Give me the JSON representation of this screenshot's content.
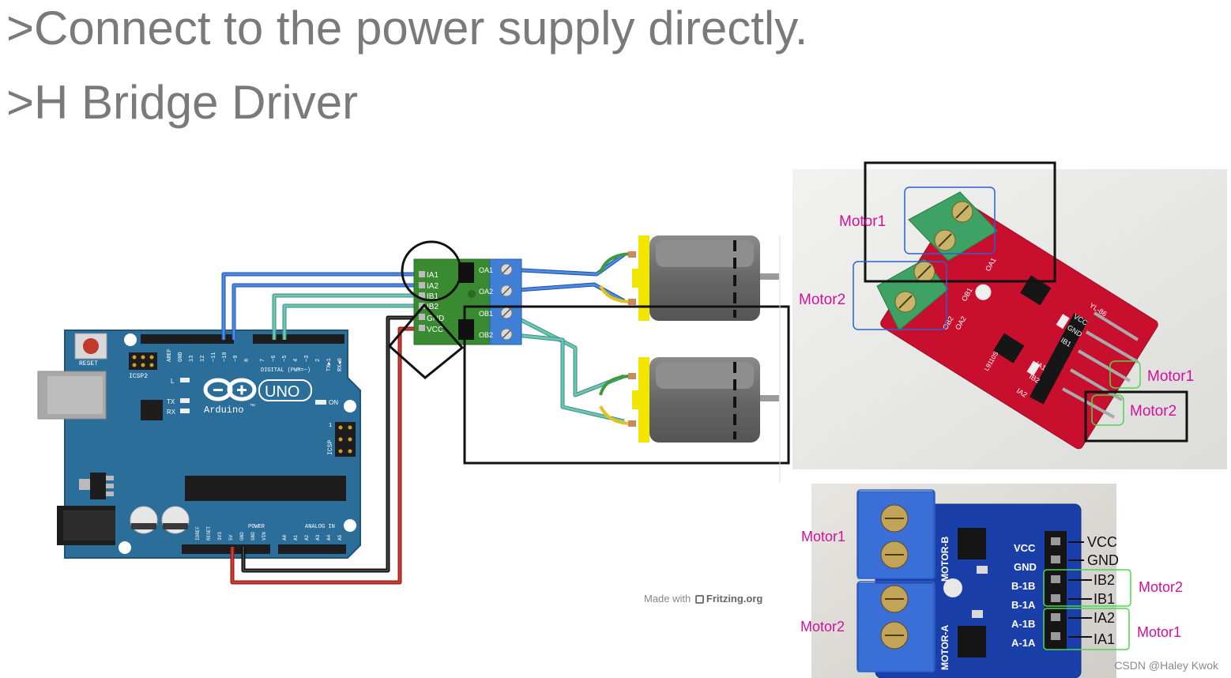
{
  "headings": {
    "line1": ">Connect to the power supply directly.",
    "line2": ">H Bridge Driver"
  },
  "arduino": {
    "reset": "RESET",
    "icsp2": "ICSP2",
    "aref": "AREF",
    "gnd": "GND",
    "pin13": "13",
    "pin12": "12",
    "pin11": "~11",
    "pin10": "~10",
    "pin9": "~9",
    "pin8": "8",
    "pin7": "7",
    "pin6": "~6",
    "pin5": "~5",
    "pin4": "4",
    "pin3": "~3",
    "pin2": "2",
    "tx1": "TX▶1",
    "rx0": "RX◀0",
    "digital": "DIGITAL (PWM=~)",
    "l": "L",
    "tx": "TX",
    "rx": "RX",
    "logo": "UNO",
    "brand": "Arduino",
    "tm": "™",
    "on": "ON",
    "icsp": "ICSP",
    "power": "POWER",
    "analog": "ANALOG IN",
    "ioref": "IOREF",
    "reset2": "RESET",
    "v33": "3V3",
    "v5": "5V",
    "gnd1": "GND",
    "gnd2": "GND",
    "vin": "VIN",
    "a0": "A0",
    "a1": "A1",
    "a2": "A2",
    "a3": "A3",
    "a4": "A4",
    "a5": "A5",
    "one": "1"
  },
  "driver_module": {
    "ia1": "IA1",
    "ia2": "IA2",
    "ib1": "IB1",
    "ib2": "IB2",
    "gnd": "GND",
    "vcc": "VCC",
    "oa1": "OA1",
    "oa2": "OA2",
    "ob1": "OB1",
    "ob2": "OB2"
  },
  "fritzing": {
    "made_with": "Made with",
    "brand": "Fritzing.org"
  },
  "red_board_photo": {
    "motor1_top": "Motor1",
    "motor2_left": "Motor2",
    "motor1_pins": "Motor1",
    "motor2_pins": "Motor2",
    "silk_yl86": "YL-86",
    "silk_vcc": "VCC",
    "silk_gnd": "GND",
    "silk_ib1": "IB1",
    "silk_ia1": "IA1",
    "silk_ib2": "IB2",
    "silk_ia2": "IA2",
    "silk_oa1": "OA1",
    "silk_ob1": "OB1",
    "silk_ob2": "OB2",
    "silk_oa2": "OA2",
    "silk_ic": "L9110S"
  },
  "blue_board_photo": {
    "motor1": "Motor1",
    "motor2": "Motor2",
    "vcc": "VCC",
    "gnd": "GND",
    "ib2": "IB2",
    "ib1": "IB1",
    "ia2": "IA2",
    "ia1": "IA1",
    "motor2_pins": "Motor2",
    "motor1_pins": "Motor1",
    "silk_vcc": "VCC",
    "silk_gnd": "GND",
    "silk_b1b": "B-1B",
    "silk_b1a": "B-1A",
    "silk_a1b": "A-1B",
    "silk_a1a": "A-1A",
    "silk_motor_b": "MOTOR-B",
    "silk_motor_a": "MOTOR-A"
  },
  "watermark": "CSDN @Haley Kwok",
  "colors": {
    "heading_gray": "#7a7a7a",
    "arduino_blue": "#2b6e9a",
    "driver_green": "#3a8a32",
    "terminal_blue": "#3f7fd6",
    "wire_blue": "#3b78d8",
    "wire_teal": "#57b8a8",
    "wire_red": "#c0392b",
    "wire_black": "#222222",
    "motor_gray": "#6e6e6e",
    "motor_yellow": "#f2e600",
    "red_pcb": "#c8102e",
    "blue_pcb": "#1b3fa8",
    "label_magenta": "#d4109a",
    "box_blue": "#2f5fd0",
    "box_green": "#52d452"
  }
}
